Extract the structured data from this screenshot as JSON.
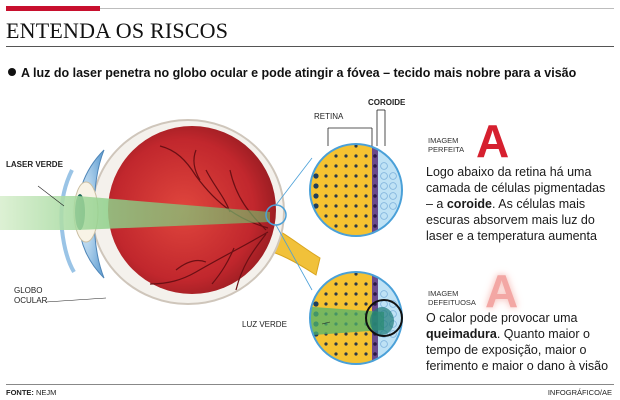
{
  "header": {
    "title": "ENTENDA OS RISCOS",
    "subtitle": "A luz do laser penetra no globo ocular e pode atingir a fóvea – tecido mais nobre para a visão"
  },
  "labels": {
    "laser": "LASER VERDE",
    "globo": "GLOBO OCULAR",
    "retina": "RETINA",
    "coroide": "COROIDE",
    "luz_verde": "LUZ VERDE"
  },
  "panel_a": {
    "tag_line1": "IMAGEM",
    "tag_line2": "PERFEITA",
    "letter": "A",
    "text_line1": "Logo abaixo da retina há uma",
    "text_line2": "camada de células pigmentadas",
    "text_line3_pre": "– a ",
    "text_line3_bold": "coroide",
    "text_line3_post": ". As células mais",
    "text_line4": "escuras absorvem mais luz do",
    "text_line5": "laser e a temperatura aumenta"
  },
  "panel_b": {
    "tag_line1": "IMAGEM",
    "tag_line2": "DEFEITUOSA",
    "letter": "A",
    "text_line1": "O calor pode provocar uma",
    "text_line2_bold": "queimadura",
    "text_line2_post": ". Quanto maior o",
    "text_line3": "tempo de exposição, maior o",
    "text_line4": "ferimento e maior o dano à visão"
  },
  "footer": {
    "source_label": "FONTE:",
    "source_value": "NEJM",
    "credit": "INFOGRÁFICO/AE"
  },
  "colors": {
    "accent_red": "#c8102e",
    "eye_red": "#c1272d",
    "laser_green": "#7ec87a",
    "retina_yellow": "#f5c231",
    "coroide_purple": "#6a4a8c",
    "cornea_blue": "#7fb2dc"
  }
}
